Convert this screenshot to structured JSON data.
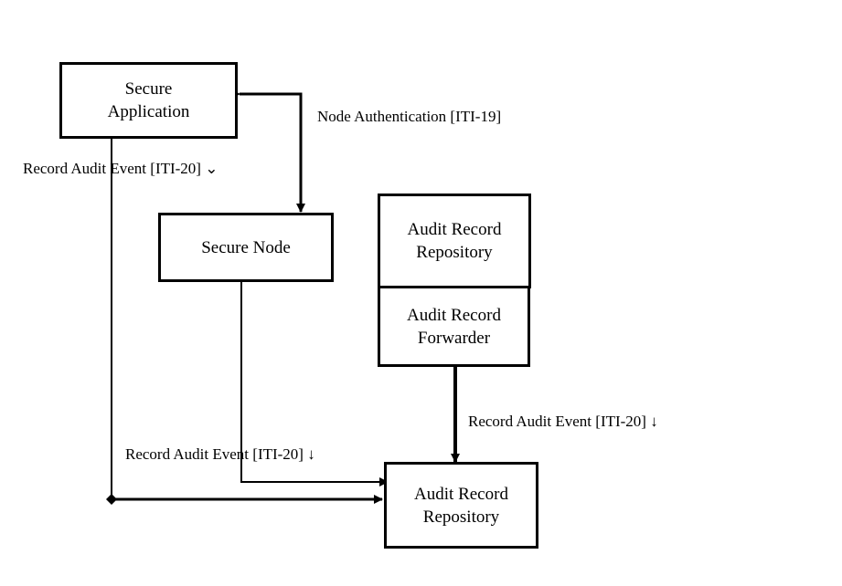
{
  "nodes": {
    "secure_application": "Secure\nApplication",
    "secure_node": "Secure Node",
    "audit_record_repository_top": "Audit Record\nRepository",
    "audit_record_forwarder": "Audit Record\nForwarder",
    "audit_record_repository_bottom": "Audit Record\nRepository"
  },
  "edges": {
    "node_authentication": "Node Authentication [ITI-19]",
    "record_audit_event_app": "Record Audit Event [ITI-20] ⌄",
    "record_audit_event_node": "Record Audit Event [ITI-20] ↓",
    "record_audit_event_forwarder": "Record Audit Event [ITI-20] ↓"
  }
}
